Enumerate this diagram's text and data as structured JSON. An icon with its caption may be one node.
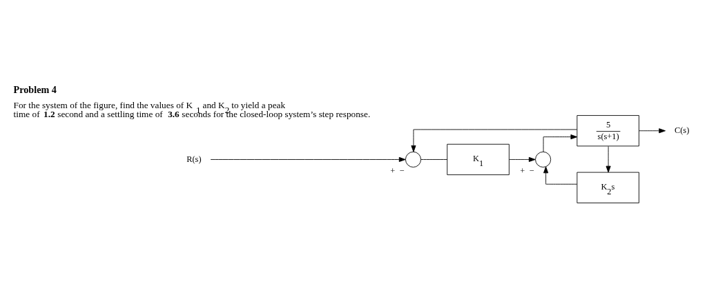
{
  "diagram": {
    "title": "Problem 4",
    "nodes": [
      {
        "text": [
          "R(s)"
        ]
      },
      {
        "text": [],
        "shape": "circle",
        "beside": [
          "+",
          "−"
        ]
      },
      {
        "text": [
          "K$_{1}$"
        ]
      },
      {
        "text": [],
        "shape": "circle",
        "beside": [
          "+",
          "−"
        ]
      },
      {
        "text": [
          "5",
          "s(s+1)"
        ]
      },
      {
        "text": [
          "C(s)"
        ]
      },
      {
        "text": [
          "K$_{2}$s"
        ]
      }
    ],
    "edges": [
      {
        "from": 0,
        "to": 1,
        "arrow": "to"
      },
      {
        "from": 1,
        "to": 2,
        "arrow": "none"
      },
      {
        "from": 2,
        "to": 3,
        "arrow": "to"
      },
      {
        "from": 3,
        "to": 4,
        "arrow": "to"
      },
      {
        "from": 4,
        "to": 5,
        "arrow": "to"
      },
      {
        "from": 4,
        "to": 6,
        "arrow": "to"
      },
      {
        "from": 6,
        "to": 3,
        "arrow": "to"
      },
      {
        "from": 4,
        "to": 1,
        "arrow": "to"
      }
    ],
    "labels": [
      "For the system of the figure, find the values of K$_{1}$ and K$_{2}$ to yield a peak time of **1.2** second and a settling time of **3.6** seconds for the closed-loop system’s step response."
    ]
  }
}
